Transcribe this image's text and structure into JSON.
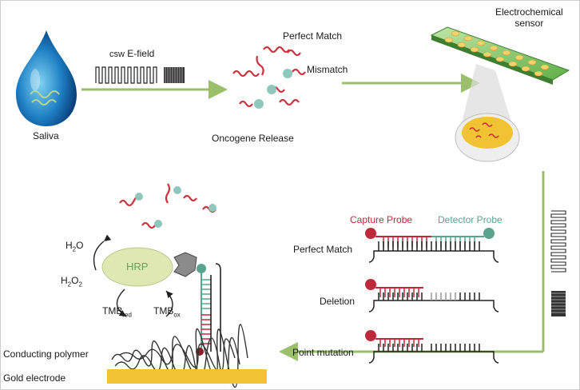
{
  "top": {
    "saliva_label": "Saliva",
    "efield_prefix": "csw",
    "efield_label": "E-field",
    "perfect_match": "Perfect Match",
    "mismatch": "Mismatch",
    "oncogene_release": "Oncogene Release",
    "sensor_line1": "Electrochemical",
    "sensor_line2": "sensor"
  },
  "probes": {
    "capture_probe": "Capture Probe",
    "detector_probe": "Detector Probe",
    "perfect_match": "Perfect Match",
    "deletion": "Deletion",
    "point_mutation": "Point mutation"
  },
  "electrode": {
    "hrp": "HRP",
    "h2o_main": "H",
    "h2o_sub": "2",
    "h2o_end": "O",
    "h2o2_main": "H",
    "h2o2_sub1": "2",
    "h2o2_o": "O",
    "h2o2_sub2": "2",
    "tmb": "TMB",
    "red": "red",
    "ox": "ox",
    "conducting_polymer": "Conducting polymer",
    "gold_electrode": "Gold electrode"
  },
  "colors": {
    "arrow": "#9bbf6a",
    "dna_red": "#c9343e",
    "bead_teal": "#8fc7bd",
    "capture": "#c0283c",
    "detector": "#5aa48e",
    "gold": "#f1c232",
    "hrp": "#dfe8b3"
  }
}
